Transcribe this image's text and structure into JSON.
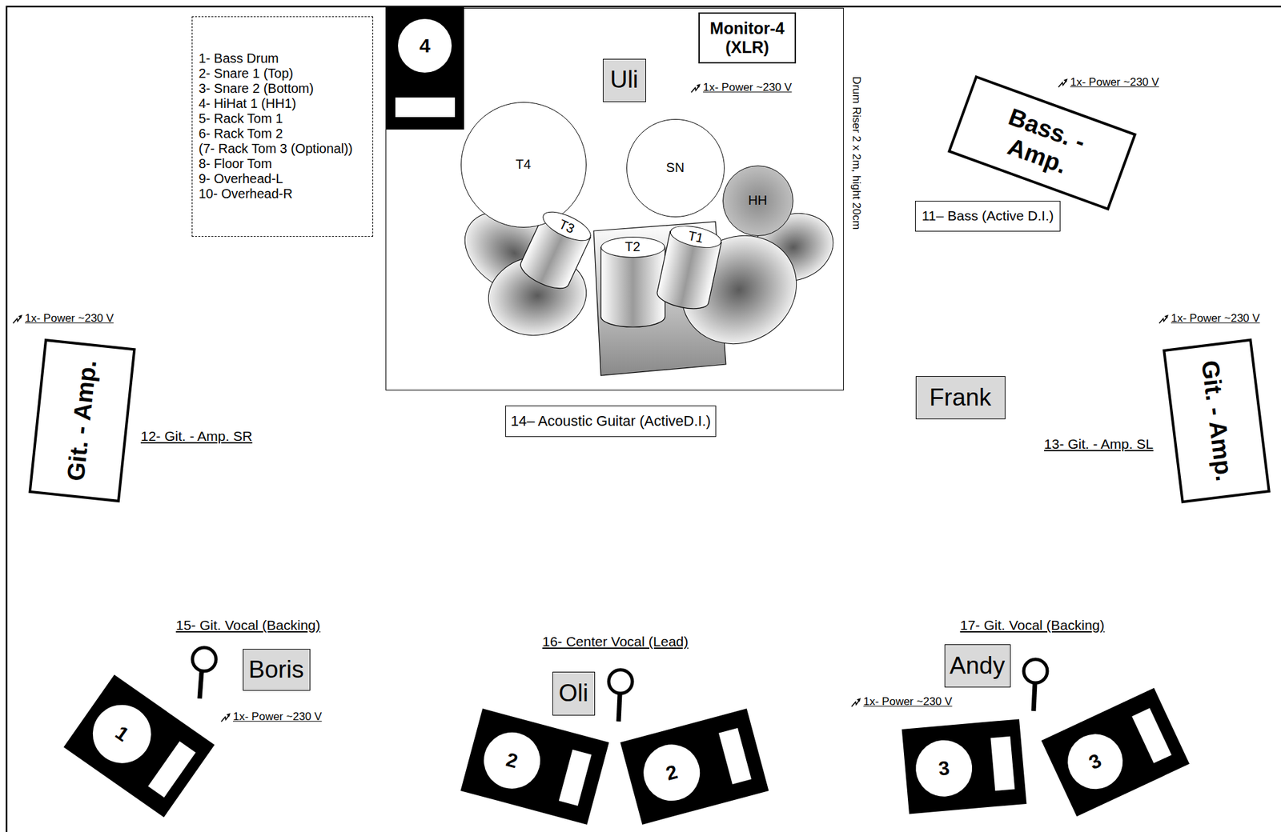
{
  "diagram": {
    "nodes": [
      {
        "text": [
          "1- Bass Drum",
          "2- Snare 1 (Top)",
          "3- Snare 2 (Bottom)",
          "4- HiHat 1 (HH1)",
          "5- Rack Tom 1",
          "6- Rack Tom 2",
          "(7- Rack Tom 3 (Optional))",
          "8- Floor Tom",
          "9- Overhead-L",
          "10- Overhead-R"
        ]
      },
      {
        "text": [
          "4"
        ]
      },
      {
        "text": [
          "Drum Riser 2 x 2m, hight 20cm"
        ]
      },
      {
        "text": [
          "Monitor-4 (XLR)"
        ],
        "in": 2
      },
      {
        "text": [
          "Uli"
        ],
        "in": 2
      },
      {
        "text": [
          "T4"
        ],
        "in": 2
      },
      {
        "text": [
          "SN"
        ],
        "in": 2
      },
      {
        "text": [
          "HH"
        ],
        "in": 2
      },
      {
        "text": [
          "T3"
        ],
        "in": 2
      },
      {
        "text": [
          "T2"
        ],
        "in": 2
      },
      {
        "text": [
          "T1"
        ],
        "in": 2
      },
      {
        "text": [
          "Bass. - Amp."
        ]
      },
      {
        "text": [
          "11– Bass (Active D.I.)"
        ]
      },
      {
        "text": [
          "Git. - Amp."
        ]
      },
      {
        "text": [
          "14– Acoustic Guitar (ActiveD.I.)"
        ]
      },
      {
        "text": [
          "Frank"
        ]
      },
      {
        "text": [
          "Git. - Amp."
        ]
      },
      {
        "text": [
          "Boris"
        ]
      },
      {
        "text": [
          "Oli"
        ]
      },
      {
        "text": [
          "Andy"
        ]
      },
      {
        "text": [
          "1"
        ]
      },
      {
        "text": [
          "2"
        ]
      },
      {
        "text": [
          "2"
        ]
      },
      {
        "text": [
          "3"
        ]
      },
      {
        "text": [
          "3"
        ]
      }
    ],
    "labels": [
      "1x- Power ~230 V",
      "1x- Power ~230 V",
      "1x- Power ~230 V",
      "1x- Power ~230 V",
      "12- Git. - Amp. SR",
      "13- Git. - Amp. SL",
      "15- Git. Vocal (Backing)",
      "16- Center Vocal (Lead)",
      "17- Git. Vocal (Backing)",
      "1x- Power ~230 V",
      "1x- Power ~230 V"
    ]
  }
}
